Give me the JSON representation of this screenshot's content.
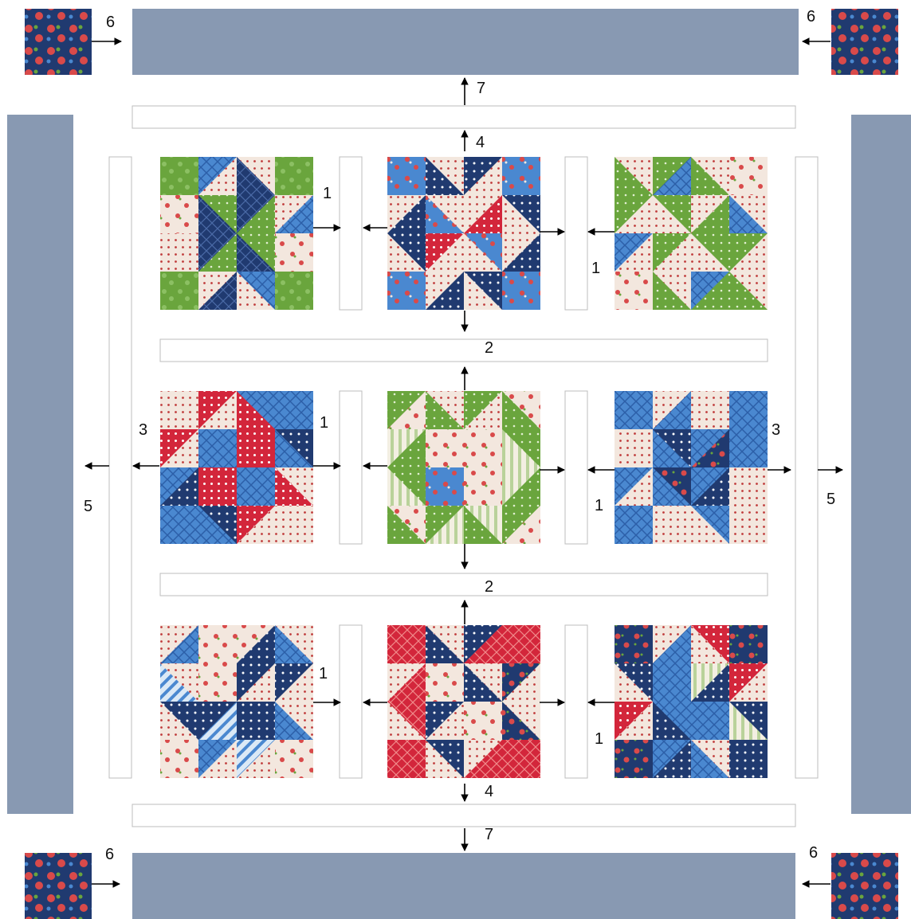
{
  "colors": {
    "border": "#8899b2",
    "strip_outline": "#bdbdbd",
    "cream": "#f3e7de",
    "red": "#d3263b",
    "navy": "#203a70",
    "blue": "#4a88d0",
    "green": "#6aa53d",
    "stripe_green": "#b9d29a",
    "stripe_blue": "#8ebbe6",
    "dot_red": "#c03a3a",
    "rose": "#d94a4a"
  },
  "step_labels": {
    "sashing_between_blocks": "1",
    "sashing_between_rows": "2",
    "side_sashing": "3",
    "top_bottom_sashing": "4",
    "side_borders": "5",
    "corner_squares": "6",
    "top_bottom_borders": "7"
  },
  "blocks": [
    {
      "row": 1,
      "col": 1,
      "name": "star-pinwheel-block"
    },
    {
      "row": 1,
      "col": 2,
      "name": "sawtooth-star-block"
    },
    {
      "row": 1,
      "col": 3,
      "name": "green-pinwheel-block"
    },
    {
      "row": 2,
      "col": 1,
      "name": "square-in-square-block"
    },
    {
      "row": 2,
      "col": 2,
      "name": "rose-center-block"
    },
    {
      "row": 2,
      "col": 3,
      "name": "blue-star-block"
    },
    {
      "row": 3,
      "col": 1,
      "name": "bear-paw-block"
    },
    {
      "row": 3,
      "col": 2,
      "name": "diamond-center-block"
    },
    {
      "row": 3,
      "col": 3,
      "name": "navy-triangles-block"
    }
  ]
}
